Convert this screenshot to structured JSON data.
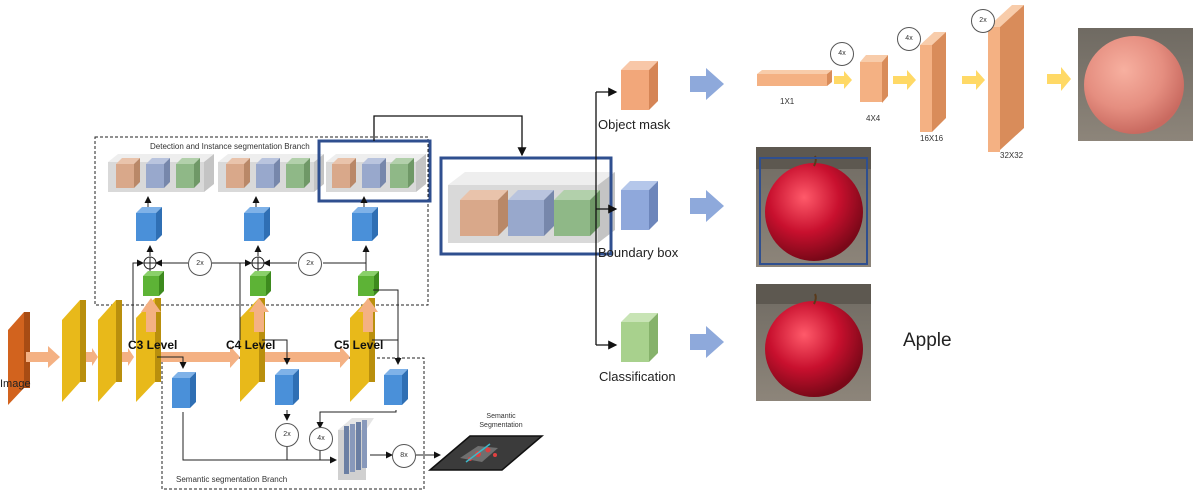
{
  "labels": {
    "image": "Image",
    "detection_branch": "Detection and Instance segmentation Branch",
    "c3": "C3 Level",
    "c4": "C4 Level",
    "c5": "C5 Level",
    "semantic_branch": "Semantic segmentation Branch",
    "semantic_output": "Semantic Segmentation",
    "object_mask": "Object mask",
    "boundary_box": "Boundary box",
    "classification": "Classification",
    "apple": "Apple",
    "mask_sizes": [
      "1X1",
      "4X4",
      "16X16",
      "32X32"
    ],
    "upsample": {
      "fpn_a": "2x",
      "fpn_b": "2x",
      "sem_a": "2x",
      "sem_b": "4x",
      "sem_c": "8x",
      "mask_a": "4x",
      "mask_b": "4x",
      "mask_c": "2x"
    }
  },
  "colors": {
    "backbone_yellow": "#E8B91A",
    "input_orange": "#D2631E",
    "feature_blue": "#4A90D9",
    "feature_green": "#5DB336",
    "head_orange": "#F2A77A",
    "head_blue": "#8FA8DB",
    "head_green": "#A8D18D",
    "highlight_box": "#2F4F8F",
    "arrow_blue": "#8EA9DB",
    "arrow_yellow": "#FFD966",
    "arrow_salmon": "#F4B183",
    "apple_red": "#C8102E"
  }
}
